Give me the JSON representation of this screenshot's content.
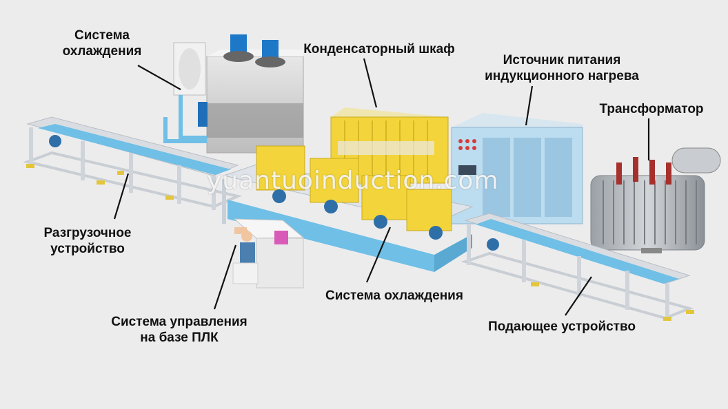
{
  "colors": {
    "background": "#ececed",
    "frame": "#dfe3e8",
    "rail": "#6fbfe6",
    "yellow": "#f3d43a",
    "cabinet": "#bcdcef",
    "leader": "#111111"
  },
  "labels": {
    "cooling_top": [
      "Система",
      "охлаждения"
    ],
    "capacitor": "Конденсаторный шкаф",
    "power_supply": [
      "Источник питания",
      "индукционного нагрева"
    ],
    "transformer": "Трансформатор",
    "unloading": [
      "Разгрузочное",
      "устройство"
    ],
    "cooling_bottom": "Система охлаждения",
    "plc": [
      "Система управления",
      "на базе ПЛК"
    ],
    "feeding": "Подающее устройство"
  },
  "watermark": "yuantuoinduction.com"
}
